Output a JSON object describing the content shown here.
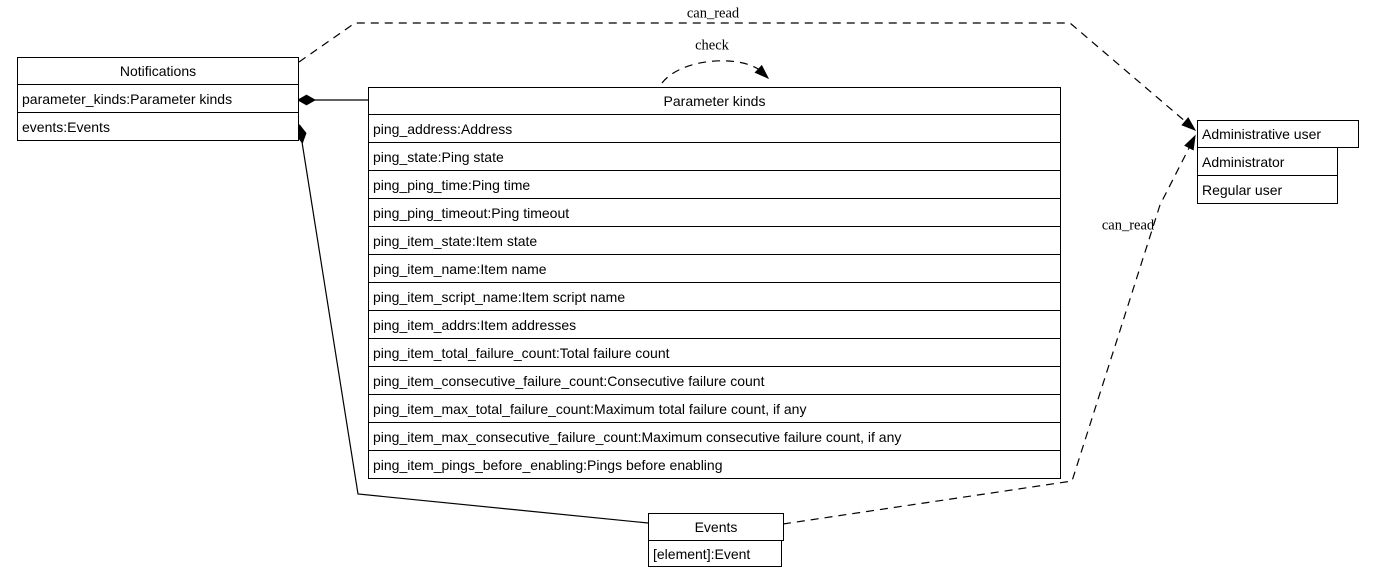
{
  "diagram": {
    "background_color": "#ffffff",
    "line_color": "#000000",
    "type": "uml-class-composition-diagram"
  },
  "boxes": {
    "notifications": {
      "title": "Notifications",
      "rows": [
        "parameter_kinds:Parameter kinds",
        "events:Events"
      ]
    },
    "parameter_kinds": {
      "title": "Parameter kinds",
      "rows": [
        "ping_address:Address",
        "ping_state:Ping state",
        "ping_ping_time:Ping time",
        "ping_ping_timeout:Ping timeout",
        "ping_item_state:Item state",
        "ping_item_name:Item name",
        "ping_item_script_name:Item script name",
        "ping_item_addrs:Item addresses",
        "ping_item_total_failure_count:Total failure count",
        "ping_item_consecutive_failure_count:Consecutive failure count",
        "ping_item_max_total_failure_count:Maximum total failure count, if any",
        "ping_item_max_consecutive_failure_count:Maximum consecutive failure count, if any",
        "ping_item_pings_before_enabling:Pings before enabling"
      ]
    },
    "administrative_user": {
      "title": "Administrative user",
      "rows": [
        "Administrator",
        "Regular user"
      ]
    },
    "events": {
      "title": "Events",
      "rows": [
        "[element]:Event"
      ]
    }
  },
  "edges": {
    "can_read_top": {
      "label": "can_read",
      "style": "dashed",
      "from": "Notifications",
      "to": "Administrative user"
    },
    "check": {
      "label": "check",
      "style": "dashed",
      "from": "Parameter kinds",
      "to": "Parameter kinds"
    },
    "can_read_right": {
      "label": "can_read",
      "style": "dashed",
      "from": "Events",
      "to": "Administrative user"
    },
    "composition_parameter_kinds": {
      "label": "",
      "style": "solid-diamond",
      "from": "Notifications.parameter_kinds",
      "to": "Parameter kinds"
    },
    "composition_events": {
      "label": "",
      "style": "solid-diamond",
      "from": "Notifications.events",
      "to": "Events"
    }
  }
}
